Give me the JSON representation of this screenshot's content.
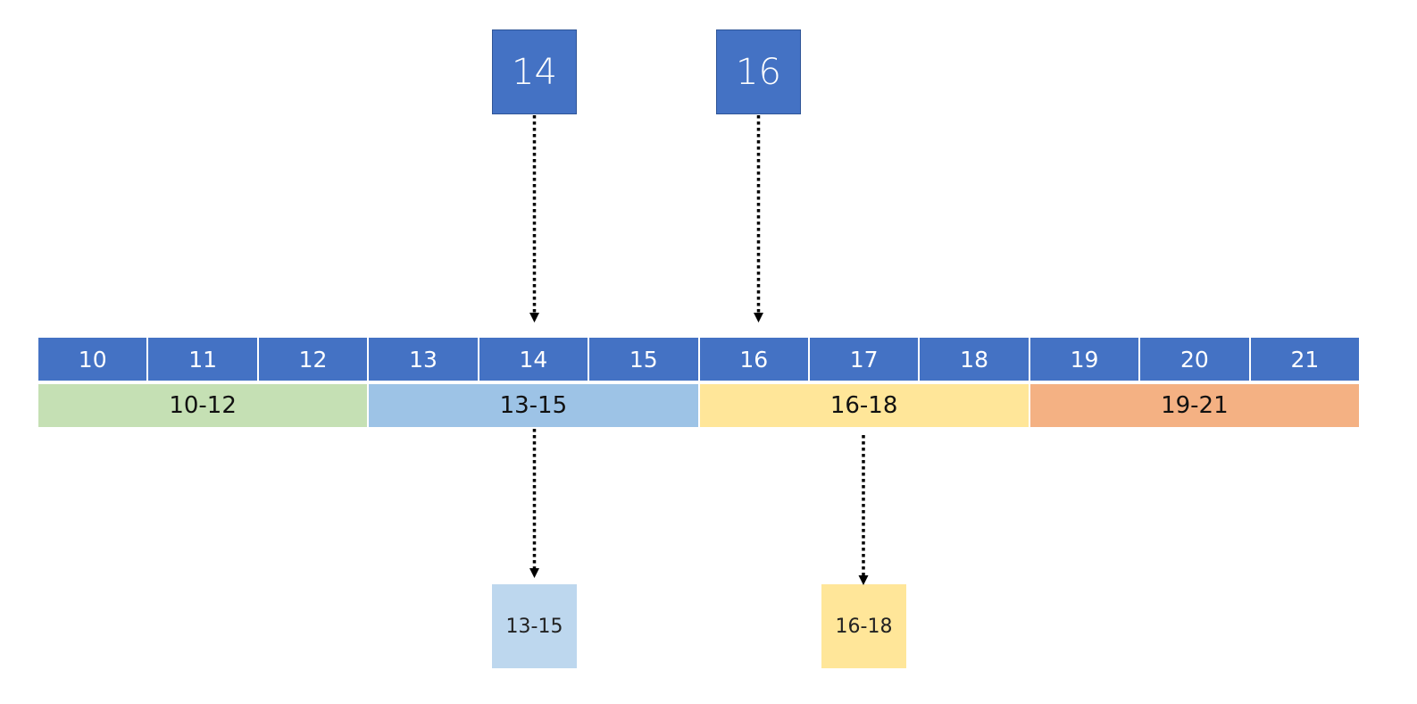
{
  "inputs": [
    {
      "label": "14"
    },
    {
      "label": "16"
    }
  ],
  "cells": [
    "10",
    "11",
    "12",
    "13",
    "14",
    "15",
    "16",
    "17",
    "18",
    "19",
    "20",
    "21"
  ],
  "buckets": [
    {
      "label": "10-12",
      "color": "#c5e0b4"
    },
    {
      "label": "13-15",
      "color": "#9dc3e6"
    },
    {
      "label": "16-18",
      "color": "#ffe699"
    },
    {
      "label": "19-21",
      "color": "#f4b183"
    }
  ],
  "outputs": [
    {
      "label": "13-15",
      "color": "#bdd7ee"
    },
    {
      "label": "16-18",
      "color": "#ffe699"
    }
  ],
  "colors": {
    "cell_fill": "#4472c4",
    "input_fill": "#4472c4",
    "arrow": "#000000"
  }
}
